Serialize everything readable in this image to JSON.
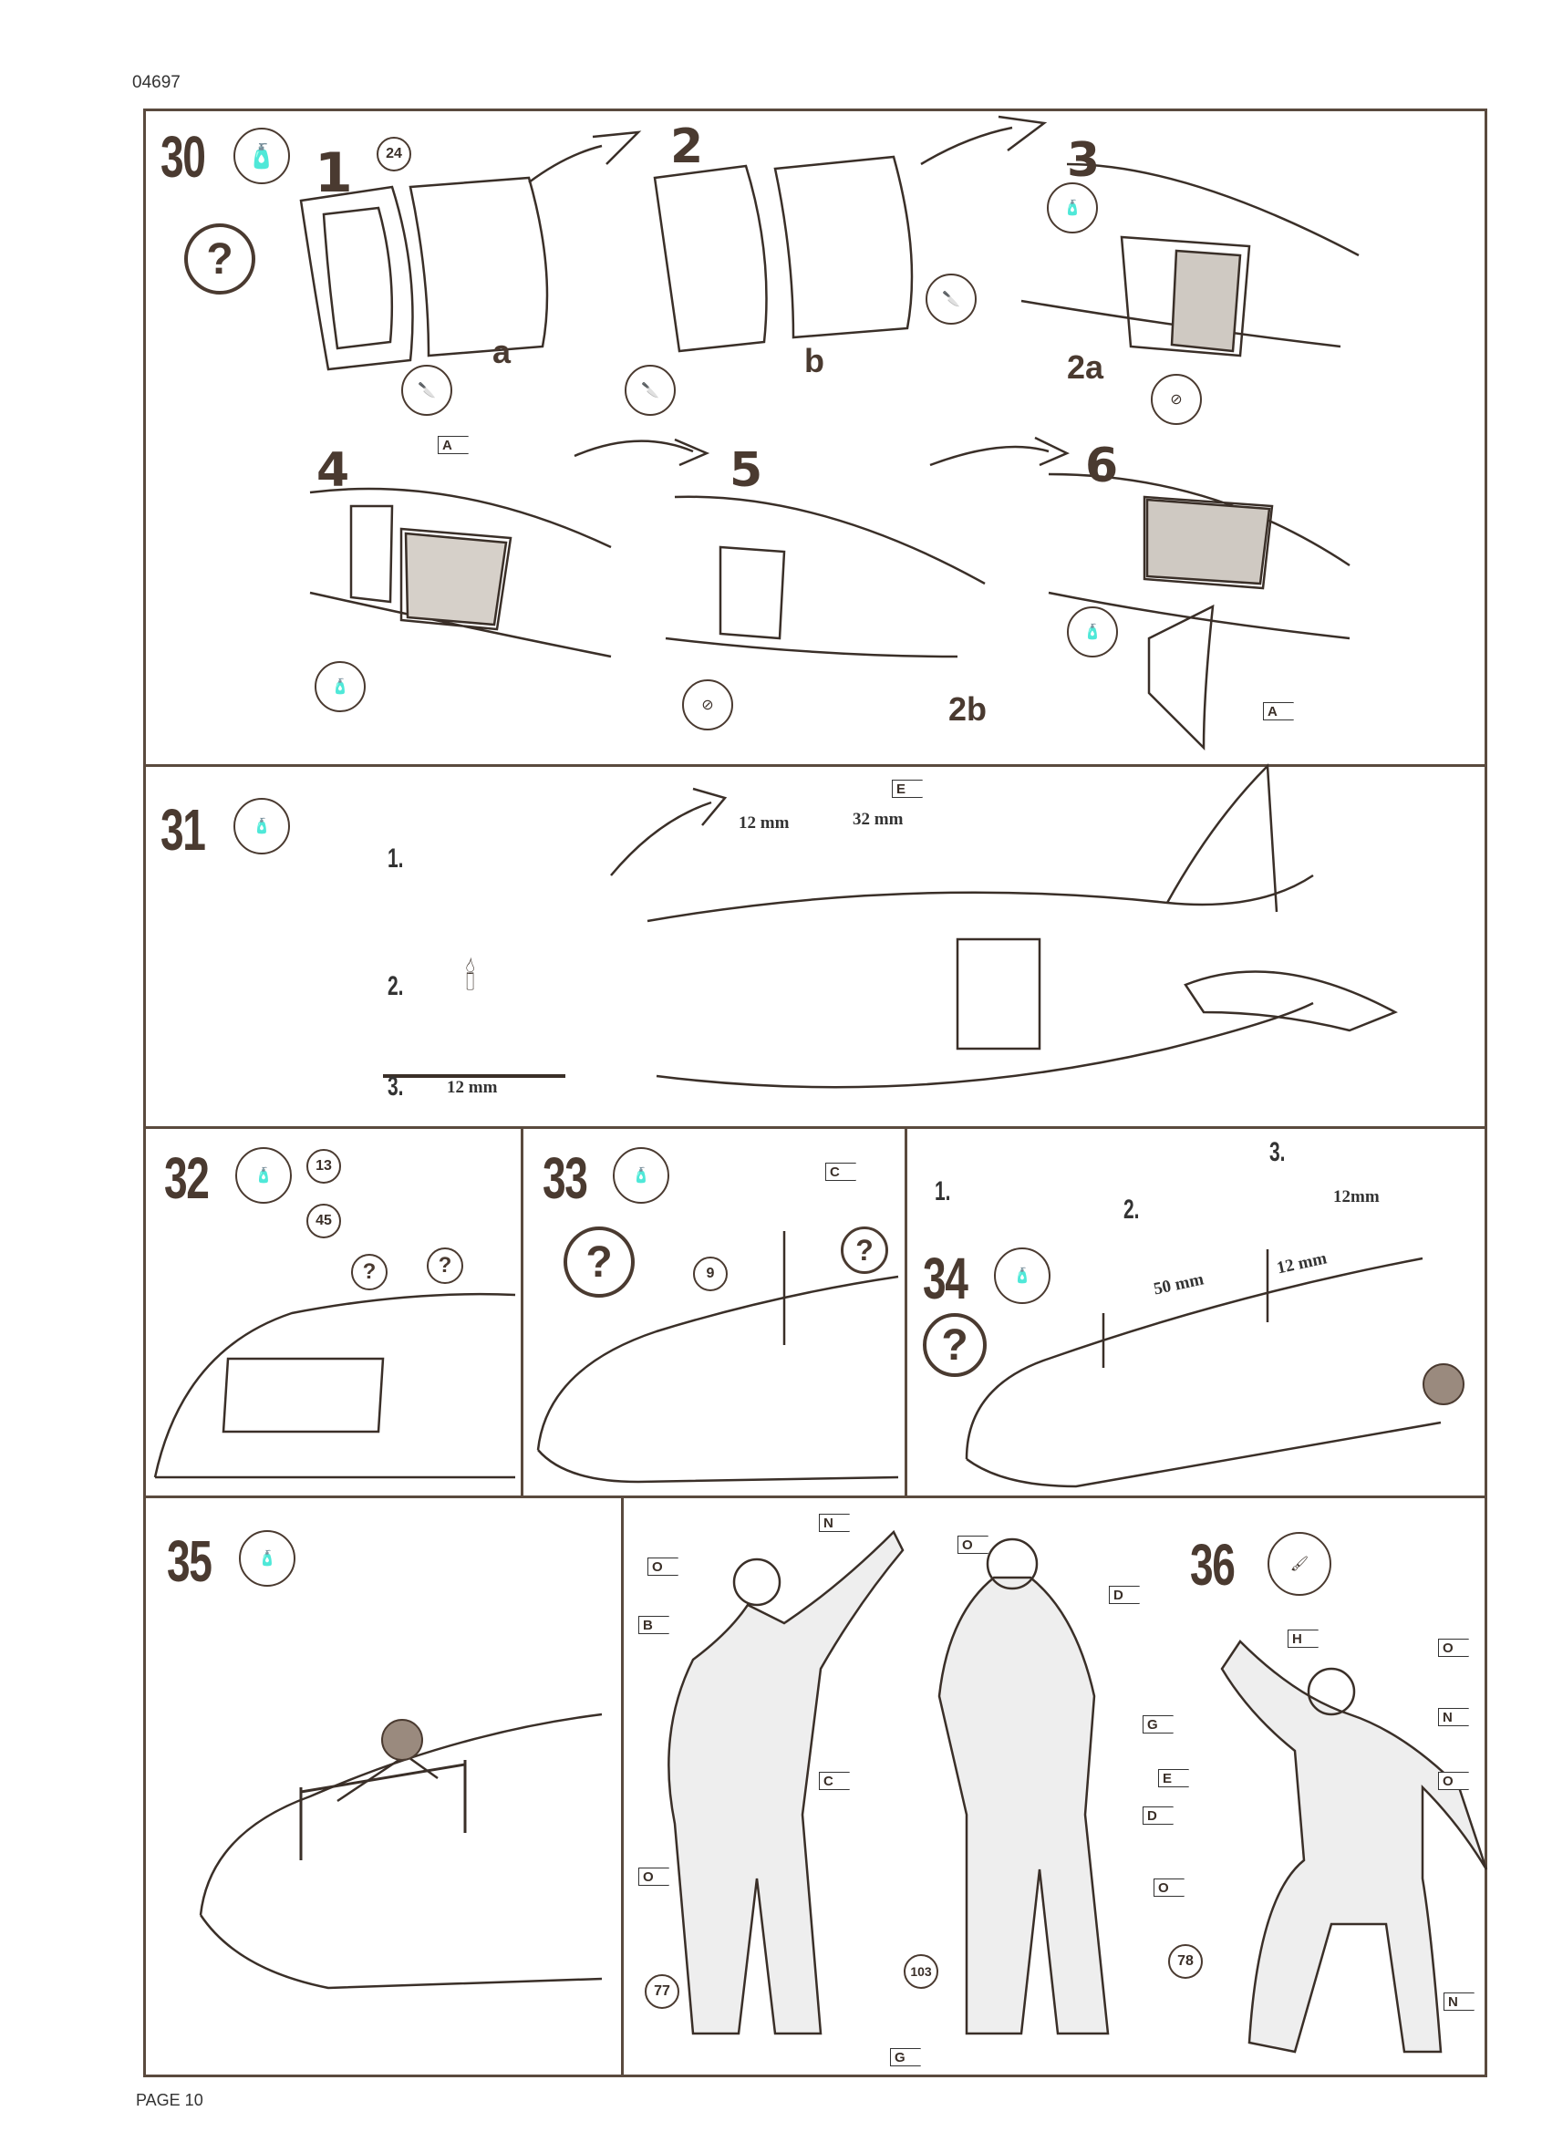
{
  "header": {
    "code": "04697"
  },
  "footer": {
    "page": "PAGE 10"
  },
  "step30": {
    "number": "30",
    "substeps": [
      "1",
      "2",
      "3",
      "4",
      "5",
      "6"
    ],
    "part": "24",
    "labels": {
      "a": "a",
      "b": "b",
      "2a": "2a",
      "2b": "2b"
    },
    "flags": [
      "A",
      "A"
    ]
  },
  "step31": {
    "number": "31",
    "substeps": [
      "1.",
      "2.",
      "3."
    ],
    "dim_cut": "12 mm",
    "dim_height": "12 mm",
    "dim_offset": "32 mm",
    "flag": "E"
  },
  "step32": {
    "number": "32",
    "parts": [
      "13",
      "45"
    ]
  },
  "step33": {
    "number": "33",
    "part": "9",
    "flag": "C"
  },
  "step34": {
    "number": "34",
    "substeps": [
      "1.",
      "2.",
      "3."
    ],
    "dim_cut": "12mm",
    "dim_offset": "50 mm",
    "dim_height": "12 mm"
  },
  "step35": {
    "number": "35"
  },
  "step36": {
    "number": "36",
    "figures": [
      "77",
      "103",
      "78"
    ],
    "flags": [
      "O",
      "N",
      "B",
      "C",
      "O",
      "O",
      "D",
      "G",
      "E",
      "D",
      "O",
      "G",
      "H",
      "O",
      "N",
      "O",
      "N"
    ]
  },
  "icons": {
    "glue": "glue-tube-icon",
    "no_glue": "no-glue-icon",
    "question": "?",
    "paint": "paint-brush-icon",
    "thread": "thread-spool-icon"
  },
  "colors": {
    "ink": "#4a3a30",
    "frame": "#5a4a3e"
  }
}
